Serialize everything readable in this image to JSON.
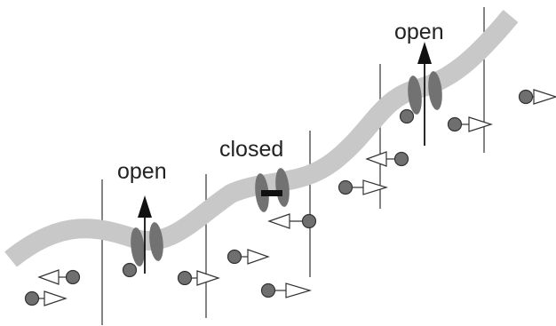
{
  "labels": {
    "open_left": "open",
    "closed_center": "closed",
    "open_right": "open"
  },
  "colors": {
    "band": "#c8c8c8",
    "ellipse": "#727272",
    "circle": "#6f6f6f",
    "stroke": "#333333",
    "arrow": "#111111"
  },
  "shapes": {
    "channel_marker": "dark-ellipse-pair",
    "particle": "circle-with-triangle-arrow",
    "open_arrow": "up-arrow",
    "closed_marker": "black-bar"
  }
}
